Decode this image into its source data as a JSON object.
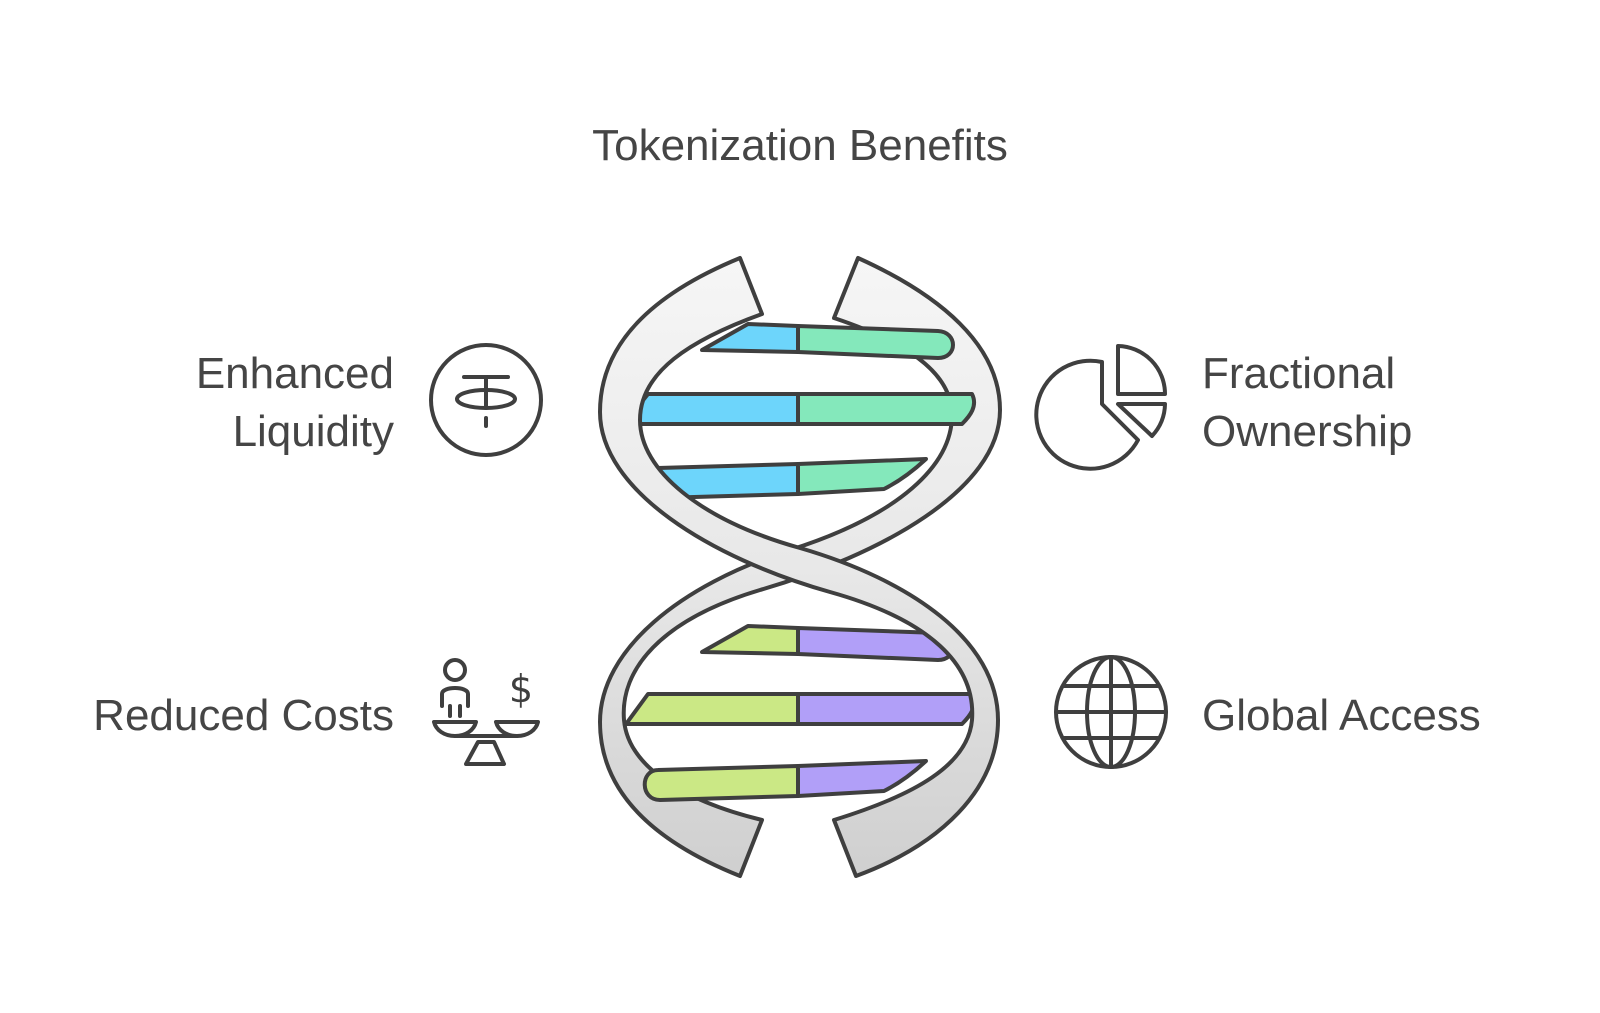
{
  "title": "Tokenization Benefits",
  "benefits": [
    {
      "lines": [
        "Enhanced",
        "Liquidity"
      ],
      "icon": "tether-coin-icon",
      "colors": {
        "left": "#6dd5fb",
        "right": "#84e8bb"
      }
    },
    {
      "lines": [
        "Fractional",
        "Ownership"
      ],
      "icon": "pie-chart-icon",
      "colors": {
        "left": "#6dd5fb",
        "right": "#84e8bb"
      }
    },
    {
      "lines": [
        "Reduced Costs"
      ],
      "icon": "balance-scale-dollar-icon",
      "colors": {
        "left": "#cbe885",
        "right": "#b19ff8"
      }
    },
    {
      "lines": [
        "Global Access"
      ],
      "icon": "globe-icon",
      "colors": {
        "left": "#cbe885",
        "right": "#b19ff8"
      }
    }
  ],
  "icon_symbols": {
    "dollar": "$"
  },
  "colors": {
    "text": "#454545",
    "stroke": "#3f3f3f",
    "strand_fill": "#ececec"
  }
}
